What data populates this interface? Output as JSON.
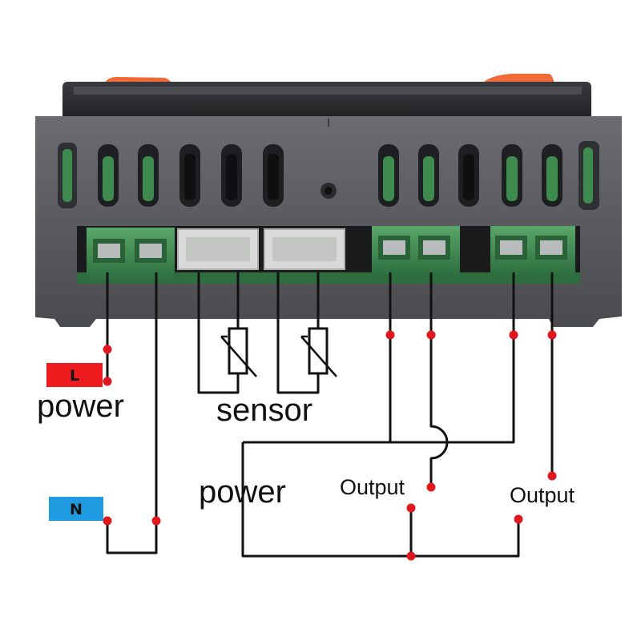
{
  "labels": {
    "power_left": "power",
    "sensor": "sensor",
    "power_right": "power",
    "output_1": "Output",
    "output_2": "Output"
  },
  "badges": {
    "live": "L",
    "neutral": "N"
  },
  "colors": {
    "housing": "#57585c",
    "terminal_green": "#3f8a4e",
    "wire": "#111111",
    "junction": "#e0171c",
    "live_badge": "#ee1b1f",
    "neutral_badge": "#1f9ae0",
    "clip_orange": "#f06a38"
  }
}
